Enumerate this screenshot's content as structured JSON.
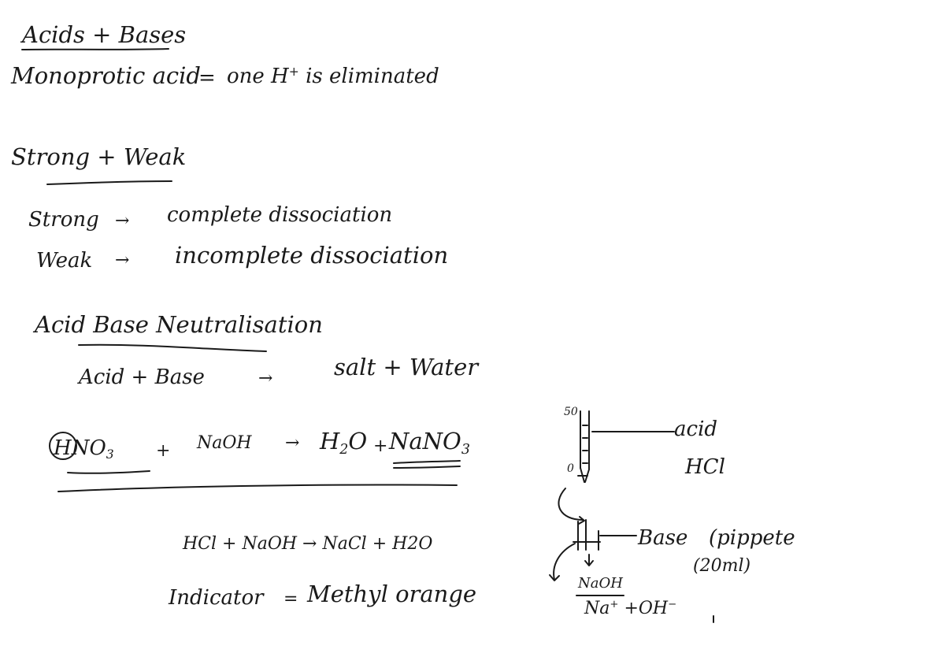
{
  "notes": {
    "title": "Acids + Bases",
    "monoprotic_term": "Monoprotic acid",
    "monoprotic_equals": "=",
    "monoprotic_def_pre": "one H",
    "monoprotic_def_sup": "+",
    "monoprotic_def_post": " is eliminated",
    "strong_weak_heading": "Strong + Weak",
    "strong_label": "Strong",
    "strong_arrow": "→",
    "strong_def": "complete dissociation",
    "weak_label": "Weak",
    "weak_arrow": "→",
    "weak_def": "incomplete dissociation",
    "neutralisation_heading": "Acid Base Neutralisation",
    "word_eq_lhs": "Acid + Base",
    "word_eq_arrow": "→",
    "word_eq_rhs": "salt + Water",
    "eq1": {
      "h": "H",
      "no3": "NO",
      "no3_sub": "3",
      "plus1": "+",
      "naoh": "NaOH",
      "arrow": "→",
      "h2o_h": "H",
      "h2o_sub": "2",
      "h2o_o": "O",
      "plus2": "+",
      "nano3": "NaNO",
      "nano3_sub": "3"
    },
    "eq2": "HCl + NaOH → NaCl + H2O",
    "indicator_label": "Indicator",
    "indicator_equals": "=",
    "indicator_value": "Methyl orange"
  },
  "diagram": {
    "burette_mark": "50",
    "burette_zero": "0",
    "acid_label": "acid",
    "acid_formula": "HCl",
    "base_label": "Base",
    "pipette_label": "(pippete",
    "pipette_volume": "(20ml)",
    "flask_label": "NaOH",
    "ions_na": "Na",
    "ions_na_sup": "+",
    "ions_plus": "+",
    "ions_oh": "OH",
    "ions_oh_sup": "−"
  }
}
